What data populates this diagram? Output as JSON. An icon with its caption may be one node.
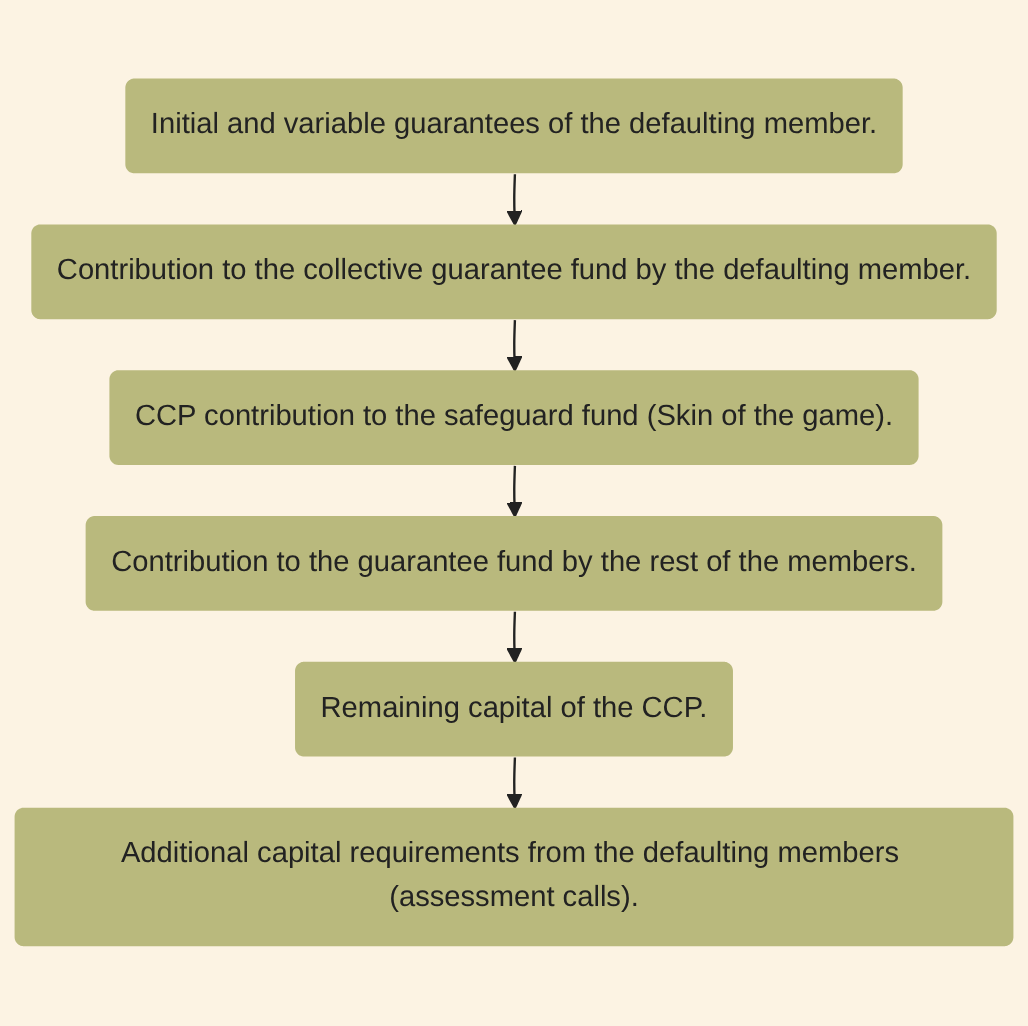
{
  "diagram": {
    "nodes": [
      {
        "text": [
          "Initial and variable guarantees of the defaulting member."
        ]
      },
      {
        "text": [
          "Contribution to the collective guarantee fund by the defaulting member."
        ]
      },
      {
        "text": [
          "CCP contribution to the safeguard fund (Skin of the game)."
        ]
      },
      {
        "text": [
          "Contribution to the guarantee fund by the rest of the members."
        ]
      },
      {
        "text": [
          "Remaining capital of the CCP."
        ]
      },
      {
        "text": [
          "Additional capital requirements from the defaulting members (assessment calls)."
        ]
      }
    ],
    "edges": [
      {
        "from": 0,
        "to": 1,
        "arrow": "to"
      },
      {
        "from": 1,
        "to": 2,
        "arrow": "to"
      },
      {
        "from": 2,
        "to": 3,
        "arrow": "to"
      },
      {
        "from": 3,
        "to": 4,
        "arrow": "to"
      },
      {
        "from": 4,
        "to": 5,
        "arrow": "to"
      }
    ]
  }
}
